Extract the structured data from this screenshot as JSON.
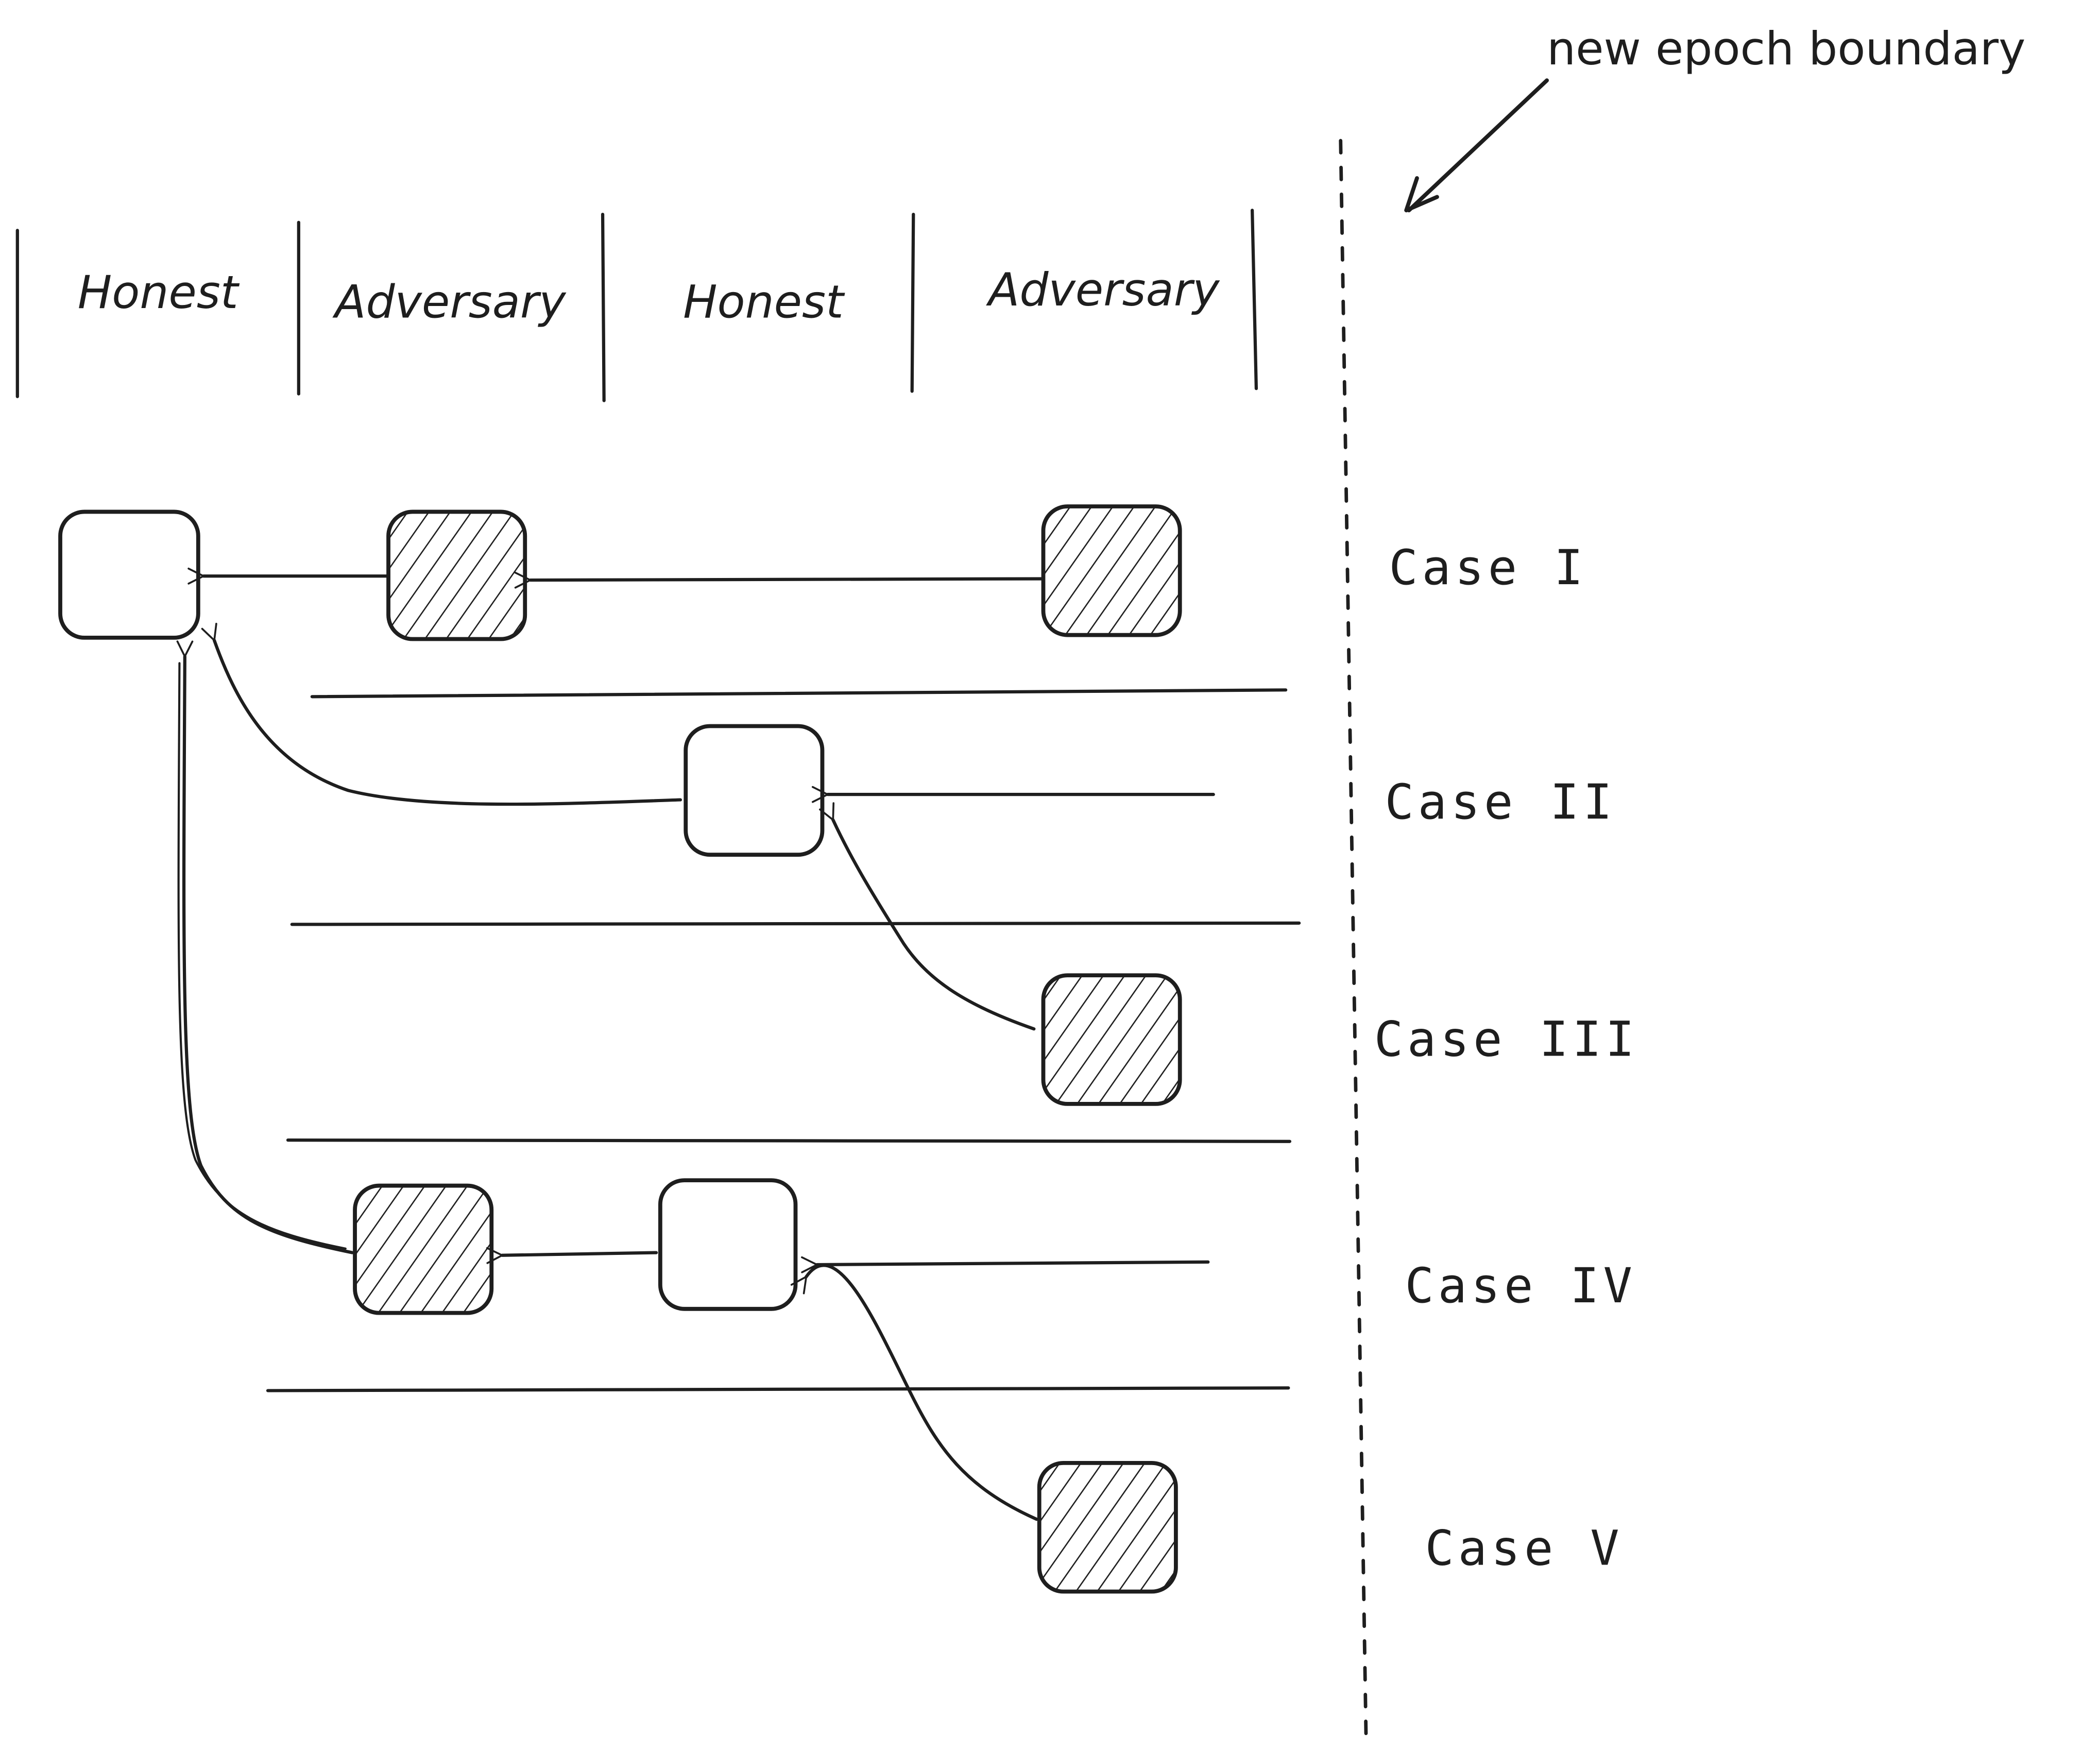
{
  "annotation": {
    "label": "new epoch boundary",
    "icon": "arrow-down-left-icon"
  },
  "slot_headers": [
    {
      "label": "Honest",
      "kind": "honest"
    },
    {
      "label": "Adversary",
      "kind": "adversary"
    },
    {
      "label": "Honest",
      "kind": "honest"
    },
    {
      "label": "Adversary",
      "kind": "adversary"
    }
  ],
  "cases": [
    {
      "label": "Case I"
    },
    {
      "label": "Case II"
    },
    {
      "label": "Case III"
    },
    {
      "label": "Case IV"
    },
    {
      "label": "Case V"
    }
  ],
  "legend": {
    "honest_block": "white rounded square (honest block)",
    "adversary_block": "hatched rounded square (adversary block)"
  },
  "colors": {
    "ink": "#1e1e1e",
    "background": "#ffffff"
  }
}
